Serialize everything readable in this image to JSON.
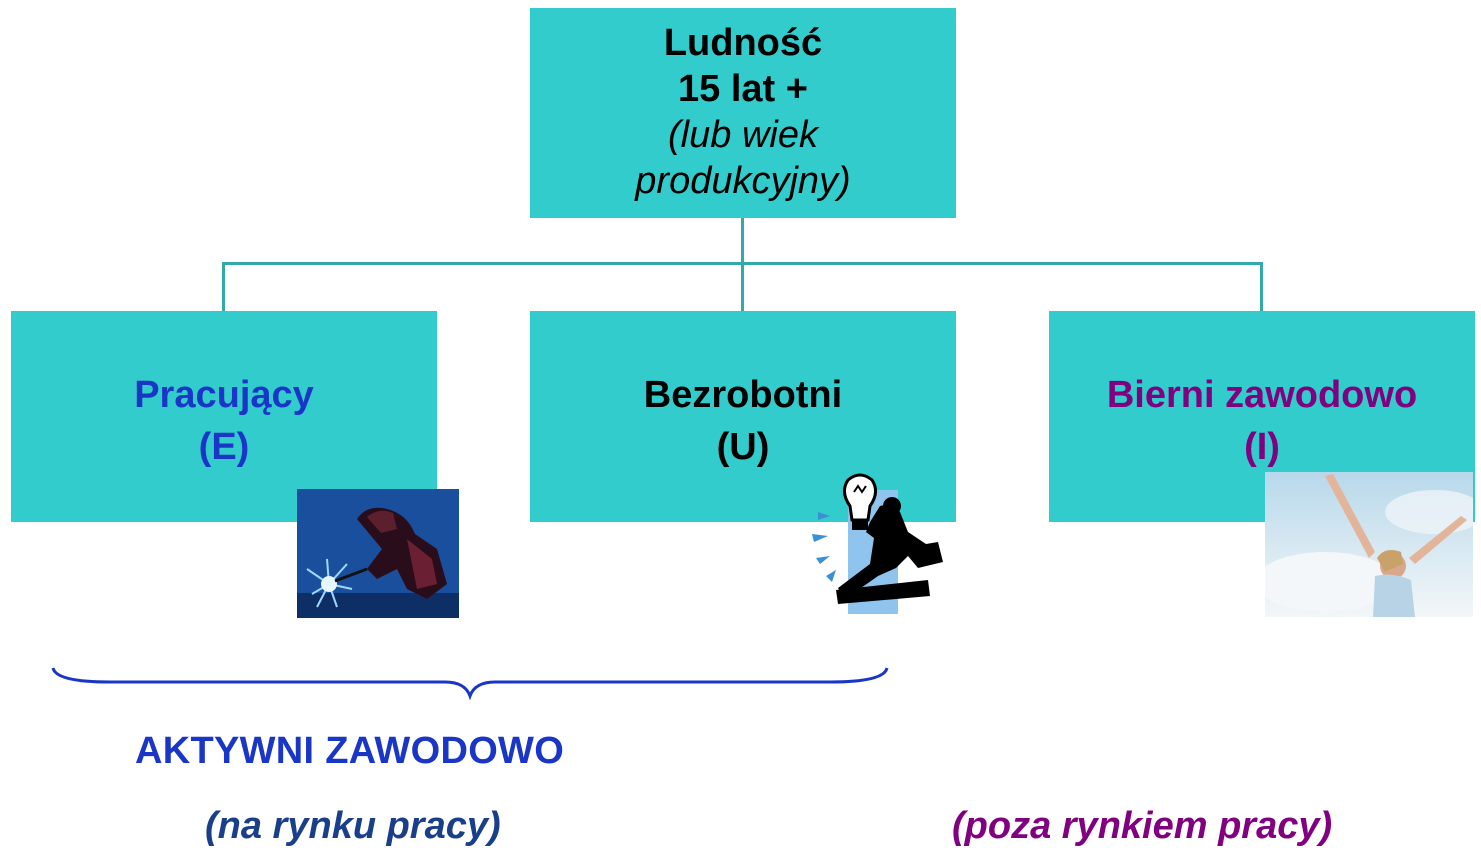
{
  "root": {
    "line1": "Ludność",
    "line2": "15 lat +",
    "line3": "(lub wiek",
    "line4": "produkcyjny)"
  },
  "children": [
    {
      "label": "Pracujący",
      "code": "(E)",
      "color": "#1a36c7"
    },
    {
      "label": "Bezrobotni",
      "code": "(U)",
      "color": "#000000"
    },
    {
      "label": "Bierni zawodowo",
      "code": "(I)",
      "color": "#800080"
    }
  ],
  "groups": {
    "active": "AKTYWNI ZAWODOWO",
    "in_market": "(na rynku pracy)",
    "out_market": "(poza rynkiem pracy)"
  },
  "colors": {
    "box_fill": "#33cccc",
    "connector": "#33aaaa",
    "brace": "#1a36c7"
  },
  "icons": [
    "welder-icon",
    "businessman-lightbulb-icon",
    "woman-arms-raised-photo"
  ]
}
